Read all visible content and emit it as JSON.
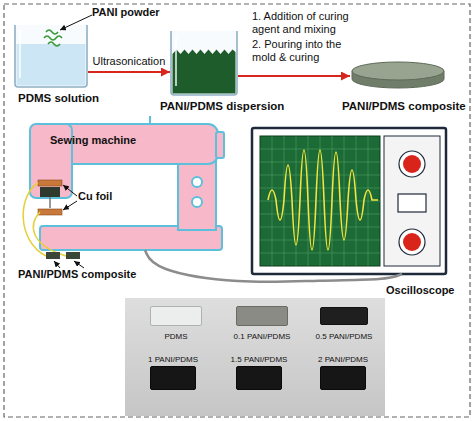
{
  "diagram": {
    "nodes": [
      {
        "text": [
          "PDMS solution"
        ]
      },
      {
        "text": [
          "PANI/PDMS dispersion"
        ]
      },
      {
        "text": [
          "PANI/PDMS composite"
        ]
      },
      {
        "text": [
          "Sewing machine"
        ]
      },
      {
        "text": [
          "Oscilloscope"
        ]
      },
      {
        "text": [
          "PDMS"
        ]
      },
      {
        "text": [
          "0.1 PANI/PDMS"
        ]
      },
      {
        "text": [
          "0.5 PANI/PDMS"
        ]
      },
      {
        "text": [
          "1 PANI/PDMS"
        ]
      },
      {
        "text": [
          "1.5 PANI/PDMS"
        ]
      },
      {
        "text": [
          "2 PANI/PDMS"
        ]
      }
    ],
    "edges": [
      {
        "from": 0,
        "to": 1,
        "label": "Ultrasonication",
        "arrow": "to"
      },
      {
        "from": 1,
        "to": 2,
        "arrow": "to"
      },
      {
        "from": 3,
        "to": 4,
        "arrow": "none"
      }
    ],
    "labels": [
      "PANI powder",
      "1. Addition of curing agent and mixing",
      "2. Pouring into the mold & curing",
      "Cu foil",
      "PANI/PDMS composite"
    ]
  }
}
